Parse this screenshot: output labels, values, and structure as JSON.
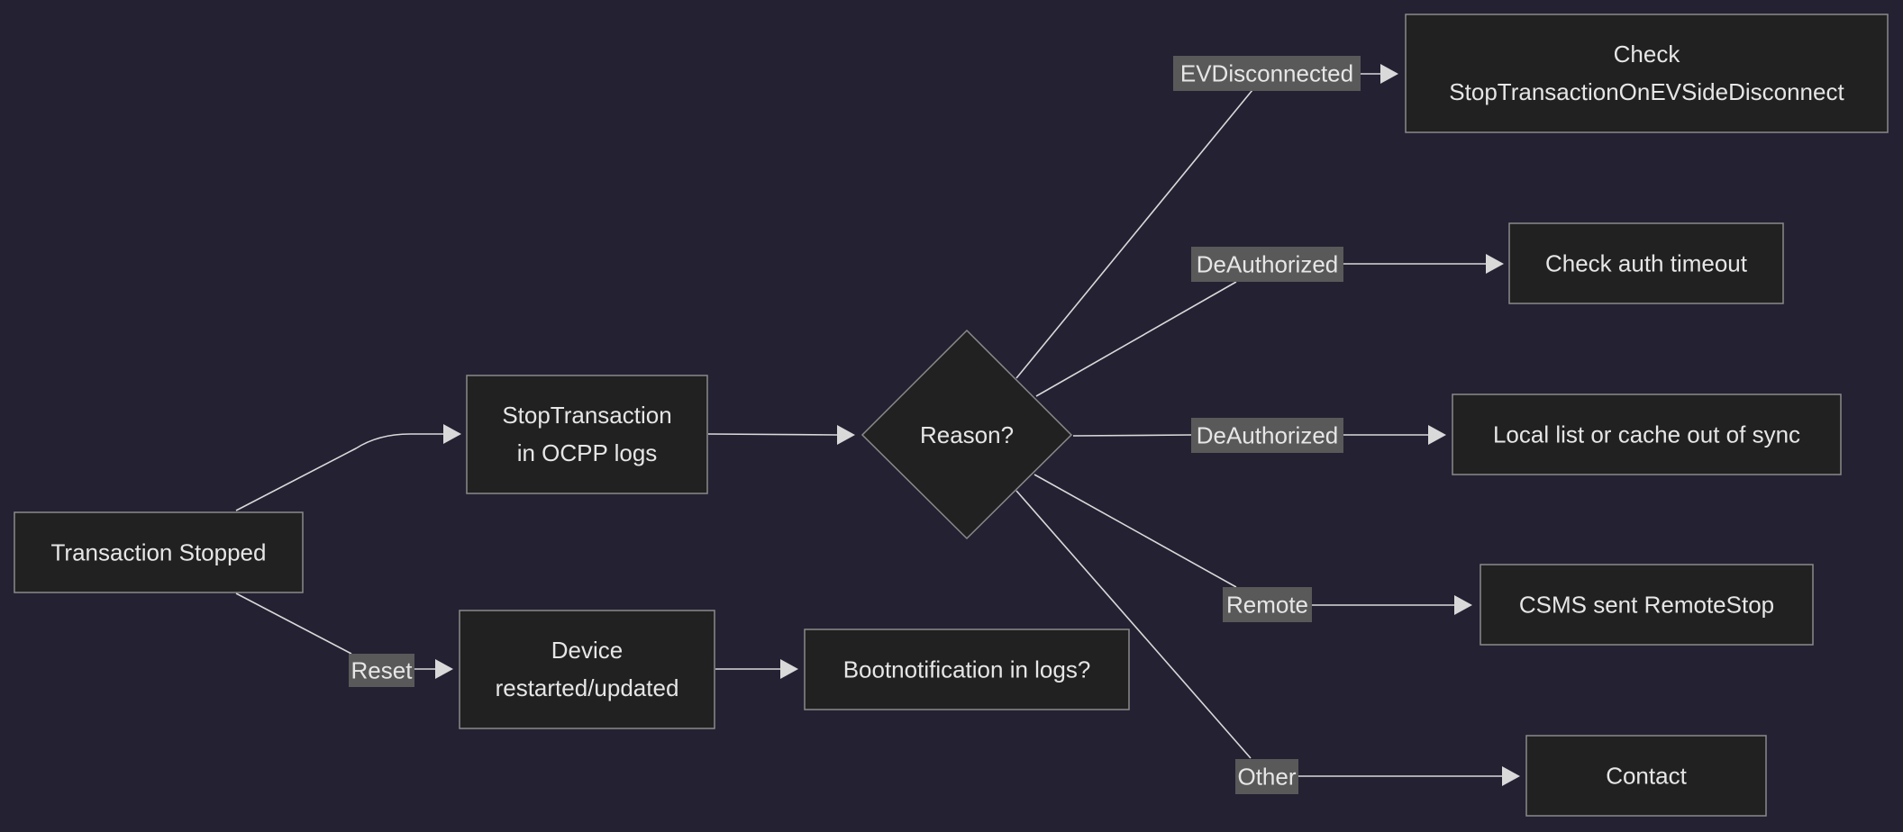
{
  "colors": {
    "background": "#232132",
    "node_fill": "#212121",
    "node_border": "#8a8a8a",
    "text": "#e6e6e6",
    "edge": "#d9d9d9",
    "edge_label_bg": "#595959"
  },
  "nodes": {
    "transaction_stopped": {
      "lines": [
        "Transaction Stopped"
      ]
    },
    "stop_transaction": {
      "lines": [
        "StopTransaction",
        "in OCPP logs"
      ]
    },
    "device_restarted": {
      "lines": [
        "Device",
        "restarted/updated"
      ]
    },
    "bootnotification": {
      "lines": [
        "Bootnotification in logs?"
      ]
    },
    "reason": {
      "lines": [
        "Reason?"
      ]
    },
    "check_ev_disconnect": {
      "lines": [
        "Check",
        "StopTransactionOnEVSideDisconnect"
      ]
    },
    "check_auth_timeout": {
      "lines": [
        "Check auth timeout"
      ]
    },
    "local_list": {
      "lines": [
        "Local list or cache out of sync"
      ]
    },
    "csms_remote_stop": {
      "lines": [
        "CSMS sent RemoteStop"
      ]
    },
    "contact": {
      "lines": [
        "Contact"
      ]
    }
  },
  "edge_labels": {
    "reset": "Reset",
    "ev_disconnected": "EVDisconnected",
    "deauthorized_1": "DeAuthorized",
    "deauthorized_2": "DeAuthorized",
    "remote": "Remote",
    "other": "Other"
  }
}
